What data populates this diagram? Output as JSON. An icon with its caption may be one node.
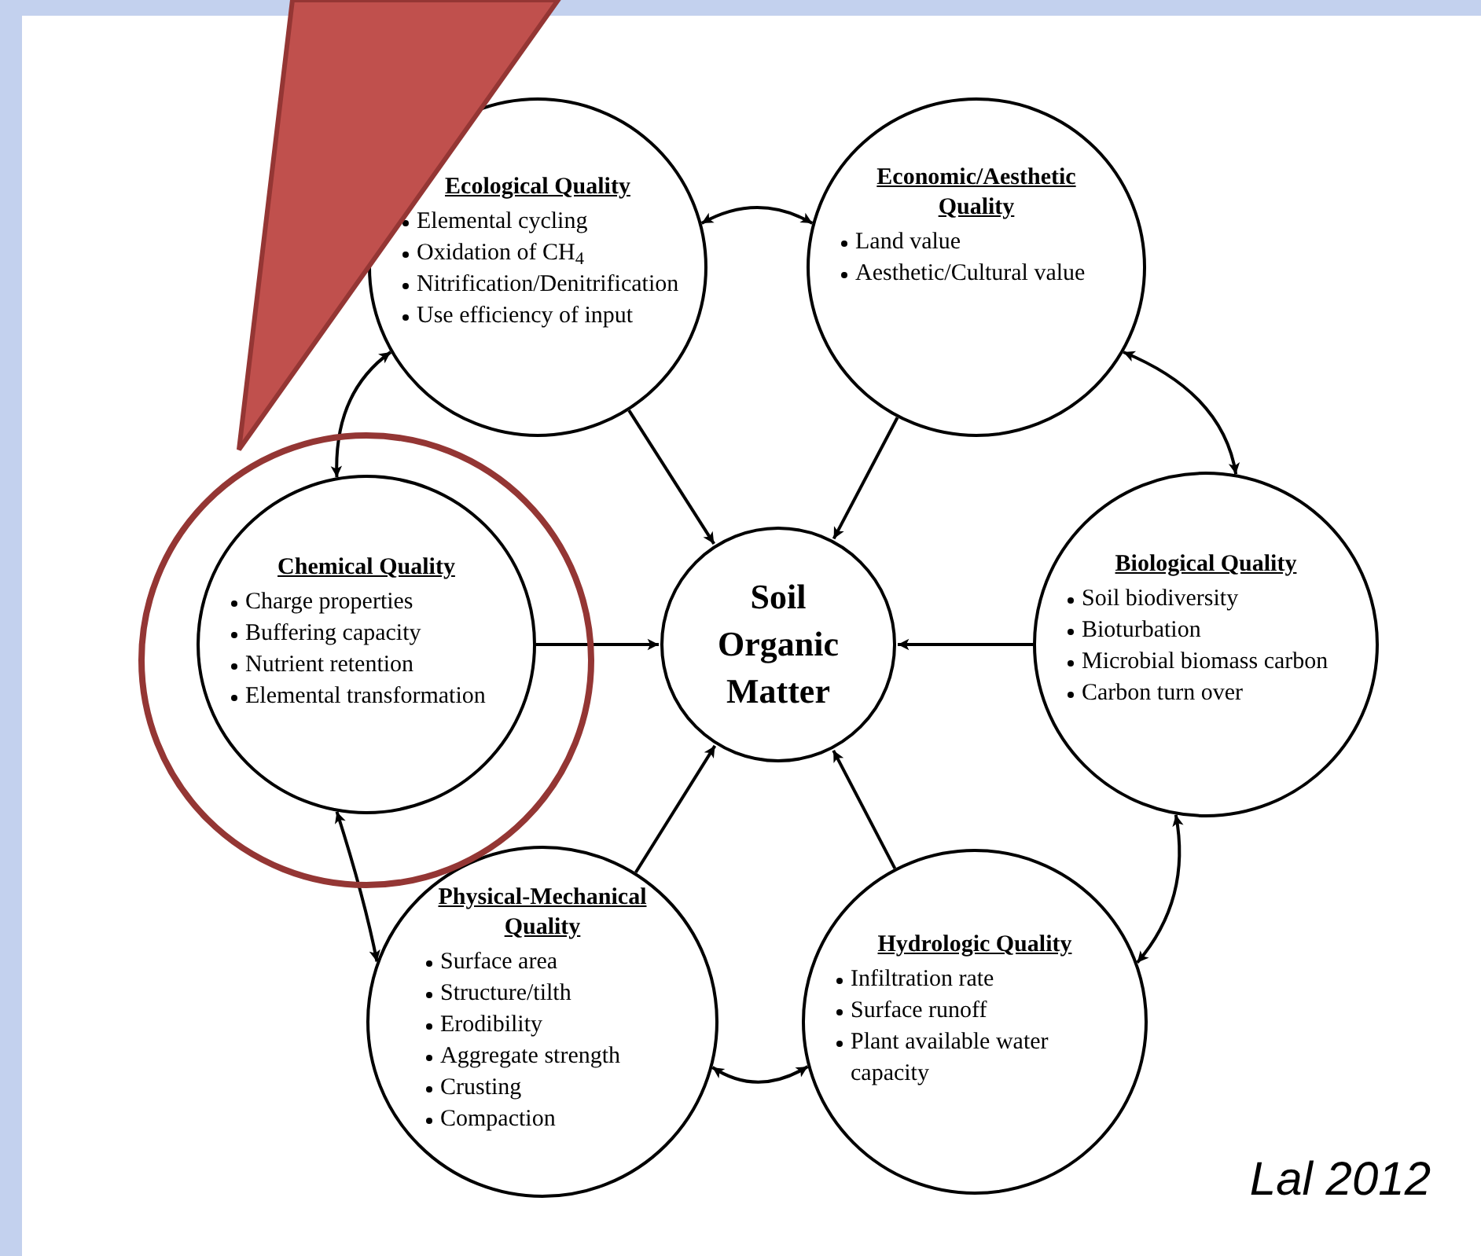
{
  "diagram": {
    "nodes": [
      {
        "text": [
          "Ecological Quality",
          "Elemental cycling",
          "Oxidation of CH$_{4}$",
          "Nitrification/Denitrification",
          "Use efficiency of input"
        ]
      },
      {
        "text": [
          "Economic/Aesthetic Quality",
          "Land value",
          "Aesthetic/Cultural value"
        ]
      },
      {
        "text": [
          "Chemical Quality",
          "Charge properties",
          "Buffering capacity",
          "Nutrient retention",
          "Elemental transformation"
        ]
      },
      {
        "text": [
          "Soil Organic Matter"
        ]
      },
      {
        "text": [
          "Biological Quality",
          "Soil biodiversity",
          "Bioturbation",
          "Microbial biomass carbon",
          "Carbon turn over"
        ]
      },
      {
        "text": [
          "Physical-Mechanical Quality",
          "Surface area",
          "Structure/tilth",
          "Erodibility",
          "Aggregate strength",
          "Crusting",
          "Compaction"
        ]
      },
      {
        "text": [
          "Hydrologic Quality",
          "Infiltration rate",
          "Surface runoff",
          "Plant available water capacity"
        ]
      }
    ],
    "edges": [
      {
        "from": 0,
        "to": 1,
        "arrow": "both"
      },
      {
        "from": 0,
        "to": 2,
        "arrow": "both"
      },
      {
        "from": 1,
        "to": 4,
        "arrow": "both"
      },
      {
        "from": 2,
        "to": 5,
        "arrow": "both"
      },
      {
        "from": 5,
        "to": 6,
        "arrow": "both"
      },
      {
        "from": 4,
        "to": 6,
        "arrow": "both"
      },
      {
        "from": 0,
        "to": 3,
        "arrow": "to"
      },
      {
        "from": 1,
        "to": 3,
        "arrow": "to"
      },
      {
        "from": 2,
        "to": 3,
        "arrow": "to"
      },
      {
        "from": 4,
        "to": 3,
        "arrow": "to"
      },
      {
        "from": 5,
        "to": 3,
        "arrow": "to"
      },
      {
        "from": 6,
        "to": 3,
        "arrow": "to"
      }
    ],
    "labels": [
      "Lal 2012"
    ]
  }
}
